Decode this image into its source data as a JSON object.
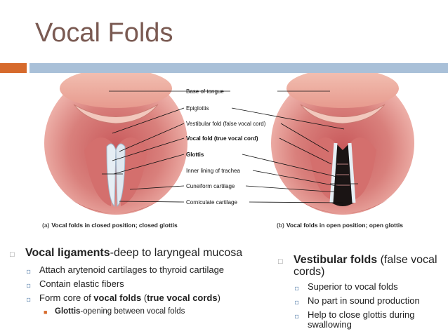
{
  "slide": {
    "title": "Vocal Folds"
  },
  "figure": {
    "labels": [
      "Base of tongue",
      "Epiglottis",
      "Vestibular fold (false vocal cord)",
      "Vocal fold (true vocal cord)",
      "Glottis",
      "Inner lining of trachea",
      "Cuneiform cartilage",
      "Corniculate cartilage"
    ],
    "caption_a_tag": "(a)",
    "caption_a": "Vocal folds in closed position; closed glottis",
    "caption_b_tag": "(b)",
    "caption_b": "Vocal folds in open position; open glottis"
  },
  "left": {
    "main_bold": "Vocal ligaments",
    "main_rest": "-deep to laryngeal mucosa",
    "sub1": "Attach arytenoid cartilages to thyroid cartilage",
    "sub2": "Contain elastic fibers",
    "sub3_a": "Form core of ",
    "sub3_b": "vocal folds",
    "sub3_c": " (",
    "sub3_d": "true vocal cords",
    "sub3_e": ")",
    "subsub_bold": "Glottis",
    "subsub_rest": "-opening between vocal folds"
  },
  "right": {
    "main_bold": "Vestibular folds",
    "main_rest": " (false vocal cords)",
    "sub1": "Superior to vocal folds",
    "sub2": "No part in sound production",
    "sub3": "Help to close glottis during swallowing"
  },
  "colors": {
    "title": "#7a5a52",
    "accent_orange": "#d66a2c",
    "accent_blue": "#a9c0d8",
    "tissue": "#e08a88"
  }
}
